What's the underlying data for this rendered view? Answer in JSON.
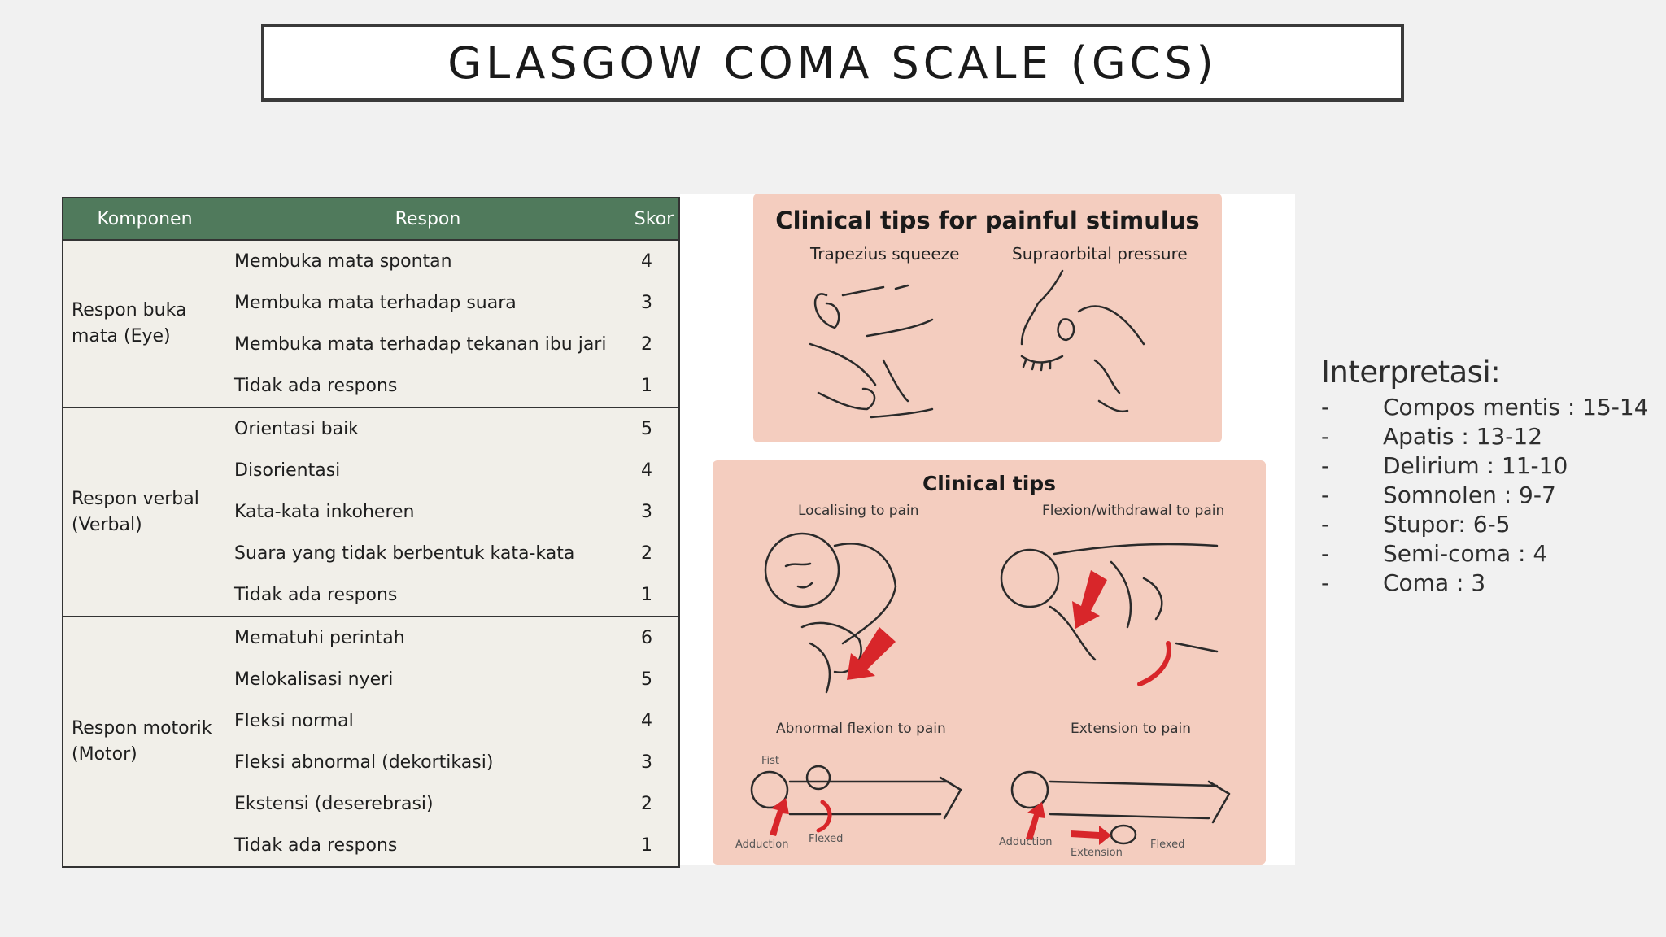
{
  "title": "GLASGOW COMA SCALE (GCS)",
  "table": {
    "headers": {
      "komponen": "Komponen",
      "respon": "Respon",
      "skor": "Skor"
    },
    "groups": [
      {
        "komponen": "Respon buka mata (Eye)",
        "rows": [
          {
            "respon": "Membuka mata spontan",
            "skor": "4"
          },
          {
            "respon": "Membuka mata terhadap suara",
            "skor": "3"
          },
          {
            "respon": "Membuka mata terhadap tekanan ibu jari",
            "skor": "2"
          },
          {
            "respon": "Tidak ada respons",
            "skor": "1"
          }
        ]
      },
      {
        "komponen": "Respon verbal (Verbal)",
        "rows": [
          {
            "respon": "Orientasi baik",
            "skor": "5"
          },
          {
            "respon": "Disorientasi",
            "skor": "4"
          },
          {
            "respon": "Kata-kata inkoheren",
            "skor": "3"
          },
          {
            "respon": "Suara yang tidak berbentuk kata-kata",
            "skor": "2"
          },
          {
            "respon": "Tidak ada respons",
            "skor": "1"
          }
        ]
      },
      {
        "komponen": "Respon motorik (Motor)",
        "rows": [
          {
            "respon": "Mematuhi perintah",
            "skor": "6"
          },
          {
            "respon": "Melokalisasi nyeri",
            "skor": "5"
          },
          {
            "respon": "Fleksi normal",
            "skor": "4"
          },
          {
            "respon": "Fleksi abnormal (dekortikasi)",
            "skor": "3"
          },
          {
            "respon": "Ekstensi (deserebrasi)",
            "skor": "2"
          },
          {
            "respon": "Tidak ada respons",
            "skor": "1"
          }
        ]
      }
    ]
  },
  "figure": {
    "panel1": {
      "title": "Clinical tips for painful stimulus",
      "left_label": "Trapezius squeeze",
      "right_label": "Supraorbital pressure"
    },
    "panel2": {
      "title": "Clinical tips",
      "tl": "Localising to pain",
      "tr": "Flexion/withdrawal to pain",
      "bl": "Abnormal flexion to pain",
      "br": "Extension to pain",
      "bl_fist": "Fist",
      "bl_adduction": "Adduction",
      "bl_flexed": "Flexed",
      "br_adduction": "Adduction",
      "br_extension": "Extension",
      "br_flexed": "Flexed"
    }
  },
  "interpretasi": {
    "heading": "Interpretasi:",
    "items": [
      "Compos mentis : 15-14",
      "Apatis : 13-12",
      "Delirium : 11-10",
      "Somnolen : 9-7",
      "Stupor: 6-5",
      "Semi-coma : 4",
      "Coma : 3"
    ],
    "dash": "-"
  },
  "colors": {
    "header_green": "#507a5c",
    "panel_pink": "#f4cdbf",
    "arrow_red": "#d8262a"
  }
}
